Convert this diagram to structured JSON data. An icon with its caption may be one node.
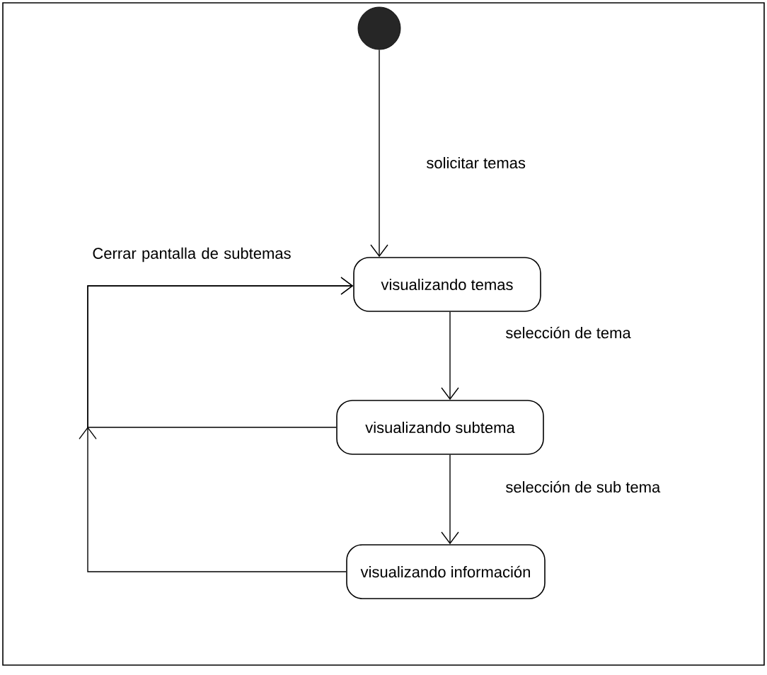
{
  "diagram": {
    "nodes": [
      {
        "text": [],
        "shape": "circle"
      },
      {
        "text": [
          "visualizando temas"
        ]
      },
      {
        "text": [
          "visualizando subtema"
        ]
      },
      {
        "text": [
          "visualizando información"
        ]
      }
    ],
    "edges": [
      {
        "from": 0,
        "to": 1,
        "arrow": "to",
        "label": "solicitar temas"
      },
      {
        "from": 1,
        "to": 2,
        "arrow": "to",
        "label": "selección de tema"
      },
      {
        "from": 2,
        "to": 3,
        "arrow": "to",
        "label": "selección de sub tema"
      },
      {
        "from": 3,
        "to": 1,
        "arrow": "to",
        "label": "Cerrar pantalla de subtemas"
      },
      {
        "from": 2,
        "to": 1,
        "arrow": "to"
      }
    ]
  }
}
